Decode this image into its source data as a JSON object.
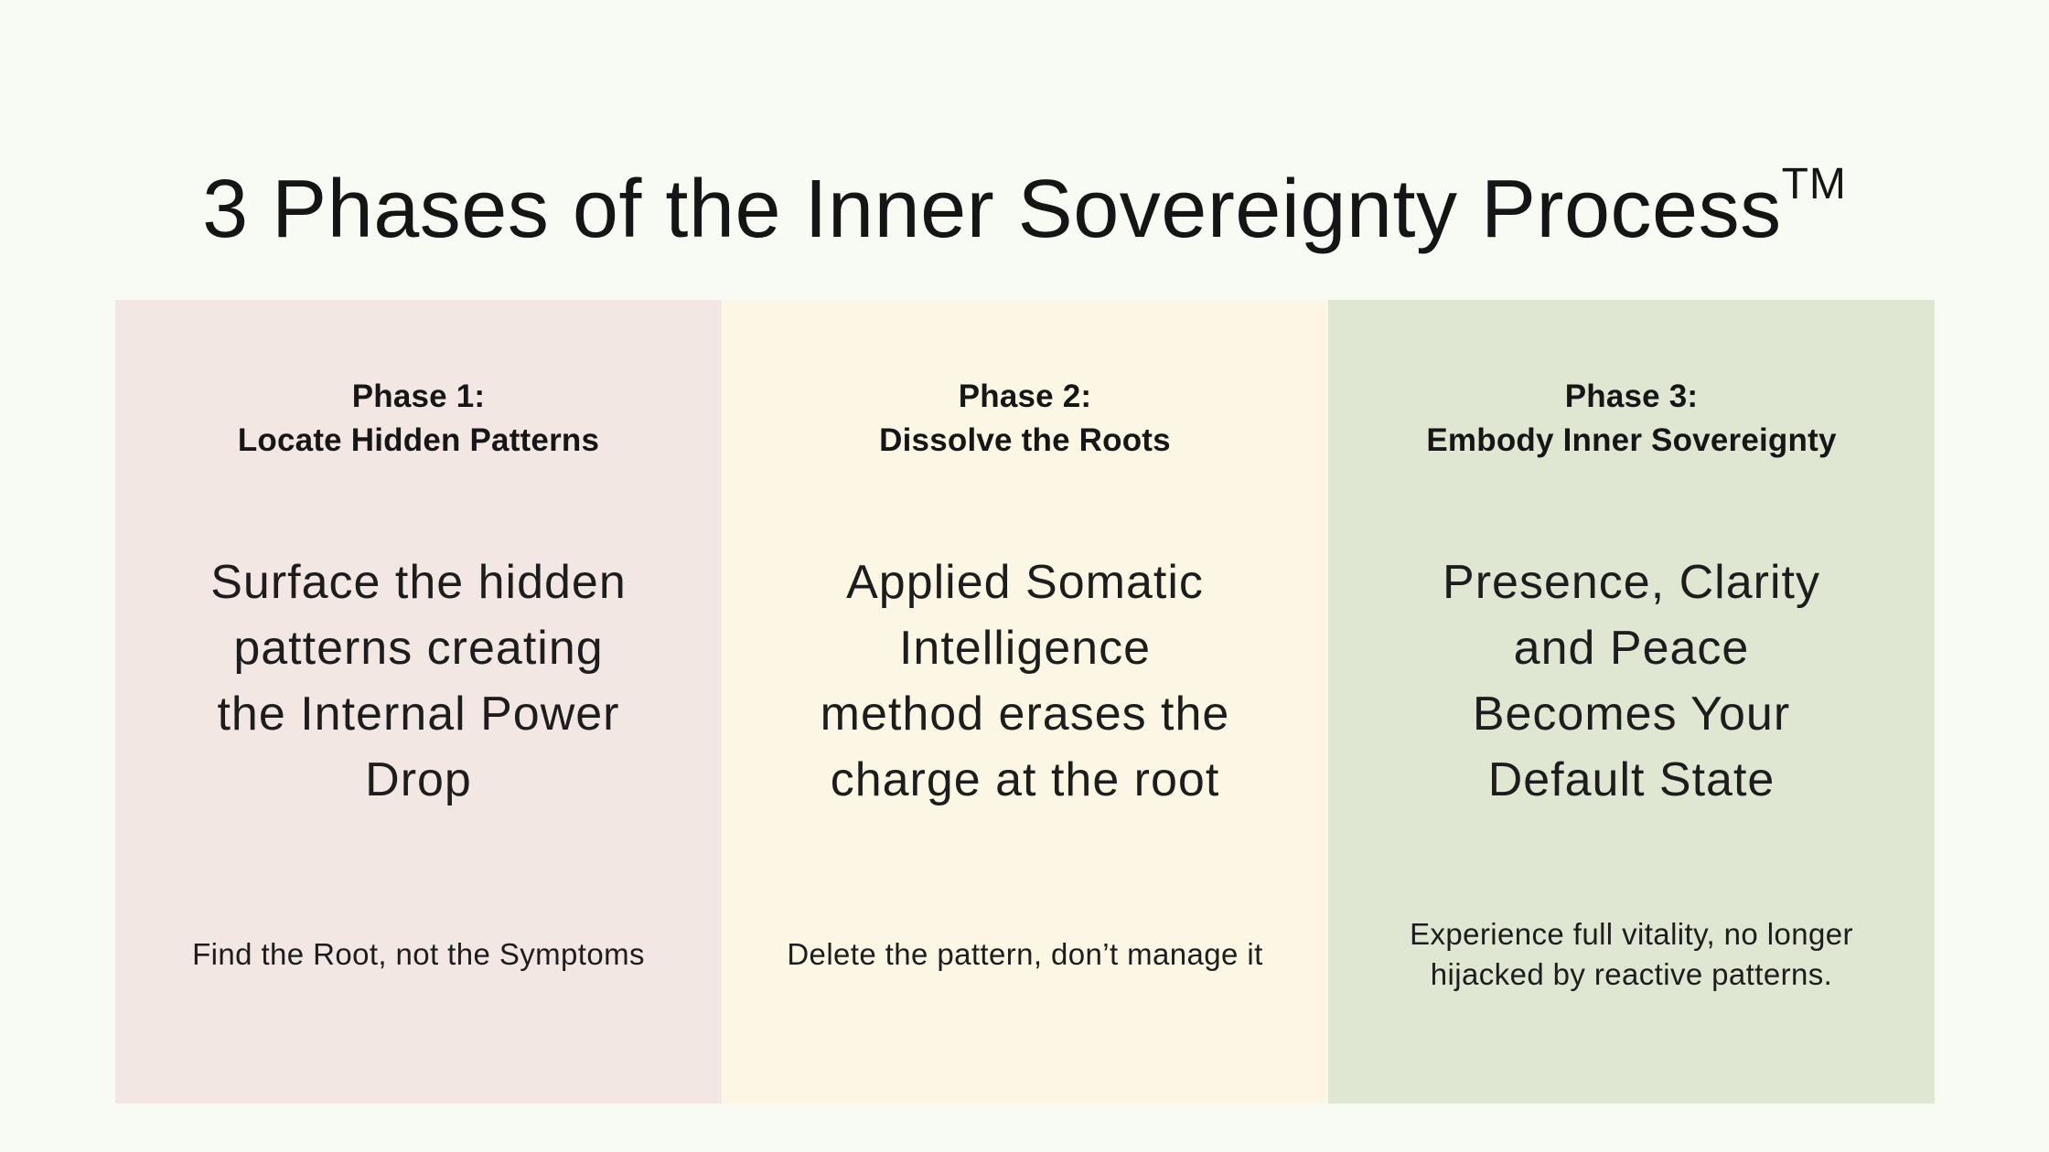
{
  "title": {
    "text": "3 Phases of the Inner Sovereignty Process",
    "tm": "TM"
  },
  "colors": {
    "page_background": "#f8faf4",
    "text": "#1b1b1b",
    "panel_rose": "#f3e7e4",
    "panel_cream": "#fbf7e4",
    "panel_sage": "#dfe6d2"
  },
  "phases": [
    {
      "header": "Phase 1:\nLocate Hidden Patterns",
      "body": "Surface the hidden\npatterns creating\nthe Internal Power\nDrop",
      "caption": "Find the Root, not the Symptoms",
      "bg": "#f3e7e4"
    },
    {
      "header": "Phase 2:\nDissolve the Roots",
      "body": "Applied Somatic\nIntelligence\nmethod erases the\ncharge at the root",
      "caption": "Delete the pattern, don’t manage it",
      "bg": "#fbf7e4"
    },
    {
      "header": "Phase 3:\nEmbody Inner Sovereignty",
      "body": "Presence, Clarity\nand Peace\nBecomes Your\nDefault State",
      "caption": "Experience full vitality, no longer\nhijacked by reactive patterns.",
      "bg": "#dfe6d2"
    }
  ]
}
